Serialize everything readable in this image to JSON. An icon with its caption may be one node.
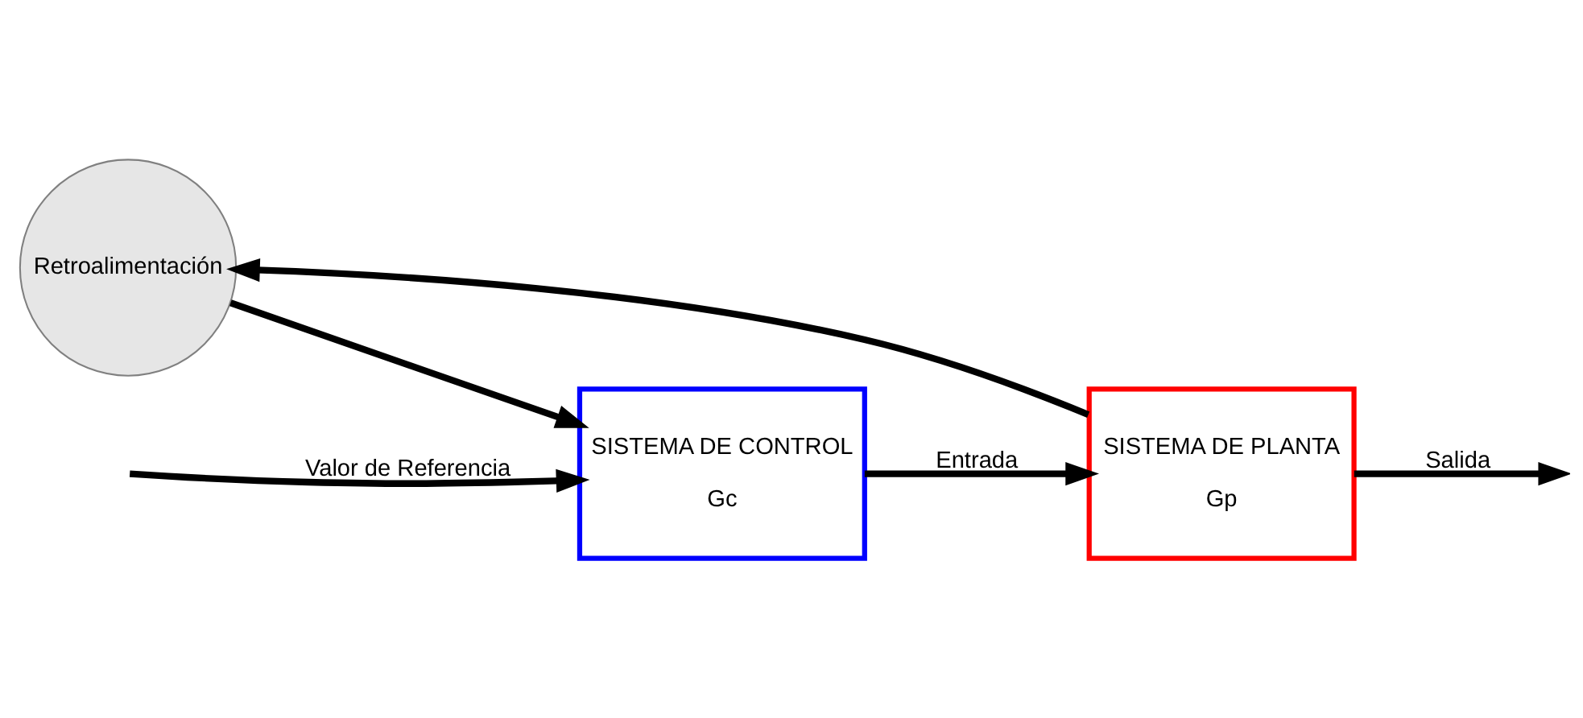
{
  "diagram": {
    "nodes": [
      {
        "text": [
          "SISTEMA DE CONTROL",
          "Gc"
        ]
      },
      {
        "text": [
          "SISTEMA DE PLANTA",
          "Gp"
        ]
      },
      {
        "text": [
          "Retroalimentación"
        ]
      }
    ],
    "edges": [
      {
        "from": null,
        "to": 0,
        "arrow": "to",
        "label": "Valor de Referencia"
      },
      {
        "from": 0,
        "to": 1,
        "arrow": "to",
        "label": "Entrada"
      },
      {
        "from": 1,
        "to": null,
        "arrow": "to",
        "label": "Salida"
      },
      {
        "from": 1,
        "to": 2,
        "arrow": "to"
      },
      {
        "from": 2,
        "to": 0,
        "arrow": "to"
      }
    ]
  }
}
